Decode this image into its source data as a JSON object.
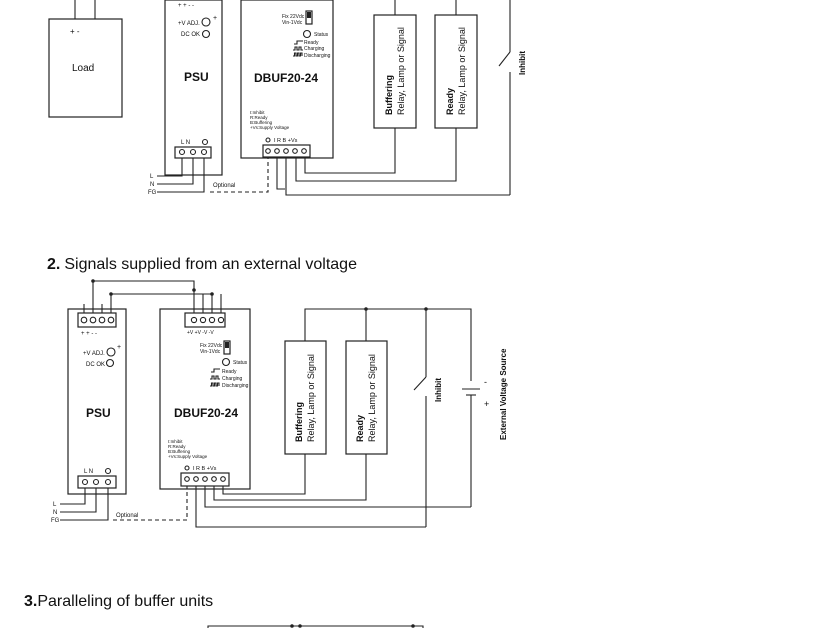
{
  "top": {
    "load_signs": "+   -",
    "load_label": "Load",
    "psu_label": "PSU",
    "psu_vadj": "+V ADJ.",
    "psu_dcok": "DC OK",
    "psu_terminal_top": "+ +  -  -",
    "dbuf_label": "DBUF20-24",
    "dbuf_fix": "Fix  22Vdc",
    "dbuf_vin": "Vin-1Vdc",
    "status": "Status",
    "ready": "Ready",
    "charging": "Charging",
    "discharging": "Discharging",
    "legend_i": "I:Inhibit",
    "legend_r": "R:Ready",
    "legend_b": "B:Buffering",
    "legend_vs": "+Vs:Supply Voltage",
    "dbuf_terminals": "I  R  B +Vs",
    "psu_terminals": "L  N",
    "relay1_bold": "Buffering",
    "relay1_sub": "Relay, Lamp or Signal",
    "relay2_bold": "Ready",
    "relay2_sub": "Relay, Lamp or Signal",
    "inhibit": "Inhibit",
    "l": "L",
    "n": "N",
    "fg": "FG",
    "optional": "Optional"
  },
  "section2": {
    "number": "2.",
    "title": "Signals supplied from an external voltage"
  },
  "mid": {
    "psu_terminal_top": "+ +  -  -",
    "psu_vadj": "+V ADJ.",
    "psu_dcok": "DC OK",
    "psu_label": "PSU",
    "psu_terminals": "L  N",
    "dbuf_terminal_top": "+V +V -V -V",
    "dbuf_fix": "Fix  22Vdc",
    "dbuf_vin": "Vin-1Vdc",
    "status": "Status",
    "ready": "Ready",
    "charging": "Charging",
    "discharging": "Discharging",
    "dbuf_label": "DBUF20-24",
    "legend_i": "I:Inhibit",
    "legend_r": "R:Ready",
    "legend_b": "B:Buffering",
    "legend_vs": "+Vs:Supply Voltage",
    "dbuf_terminals": "I  R  B +Vs",
    "relay1_bold": "Buffering",
    "relay1_sub": "Relay, Lamp or Signal",
    "relay2_bold": "Ready",
    "relay2_sub": "Relay, Lamp or Signal",
    "inhibit": "Inhibit",
    "minus": "-",
    "plus": "+",
    "ext_source": "External Voltage Source",
    "l": "L",
    "n": "N",
    "fg": "FG",
    "optional": "Optional"
  },
  "section3": {
    "number": "3.",
    "title": "Paralleling of buffer units"
  }
}
